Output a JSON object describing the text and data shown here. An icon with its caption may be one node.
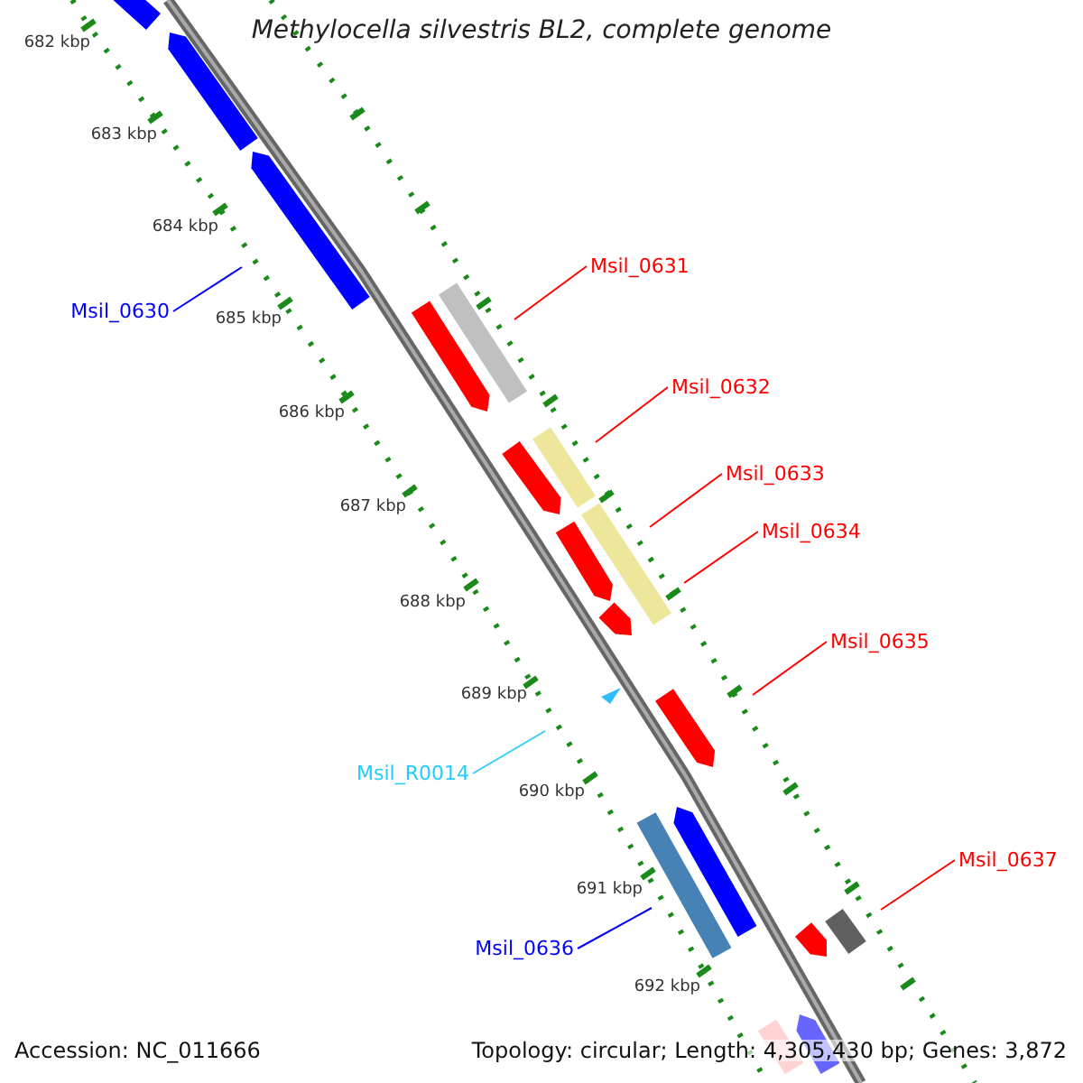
{
  "diagram": {
    "title": "Methylocella silvestris BL2, complete genome",
    "nodes": [
      {
        "text": [
          "Msil_0631"
        ]
      },
      {
        "text": [
          "Msil_0630"
        ]
      },
      {
        "text": [
          "Msil_0632"
        ]
      },
      {
        "text": [
          "Msil_0633"
        ]
      },
      {
        "text": [
          "Msil_0634"
        ]
      },
      {
        "text": [
          "Msil_0635"
        ]
      },
      {
        "text": [
          "Msil_R0014"
        ]
      },
      {
        "text": [
          "Msil_0637"
        ]
      },
      {
        "text": [
          "Msil_0636"
        ]
      }
    ],
    "edges": [
      {
        "from": 0,
        "to": null,
        "arrow": "none"
      },
      {
        "from": 1,
        "to": null,
        "arrow": "none",
        "color": "#0000ff"
      },
      {
        "from": 2,
        "to": null,
        "arrow": "none"
      },
      {
        "from": 3,
        "to": null,
        "arrow": "none"
      },
      {
        "from": 4,
        "to": null,
        "arrow": "none"
      },
      {
        "from": 5,
        "to": null,
        "arrow": "none"
      },
      {
        "from": 6,
        "to": null,
        "arrow": "none",
        "color": "#33ccff"
      },
      {
        "from": 7,
        "to": null,
        "arrow": "none"
      },
      {
        "from": 8,
        "to": null,
        "arrow": "none",
        "color": "#0000ff"
      }
    ],
    "labels": [
      "682 kbp",
      "683 kbp",
      "684 kbp",
      "685 kbp",
      "686 kbp",
      "687 kbp",
      "688 kbp",
      "689 kbp",
      "690 kbp",
      "691 kbp",
      "692 kbp",
      "Accession: NC_011666",
      "Topology: circular; Length: 4,305,430 bp; Genes: 3,872"
    ]
  }
}
